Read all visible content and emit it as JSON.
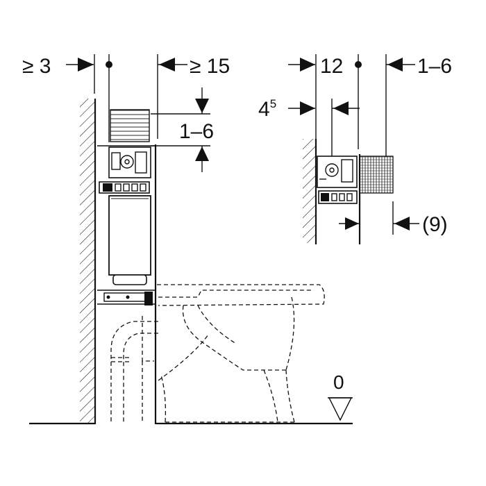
{
  "labels": {
    "wall_gap": "≥ 3",
    "front_gap": "≥ 15",
    "height_adjust": "1–6",
    "depth": "12",
    "offset_base": "4",
    "offset_sup": "5",
    "right_adjust": "1–6",
    "panel": "(9)",
    "floor_level": "0"
  }
}
